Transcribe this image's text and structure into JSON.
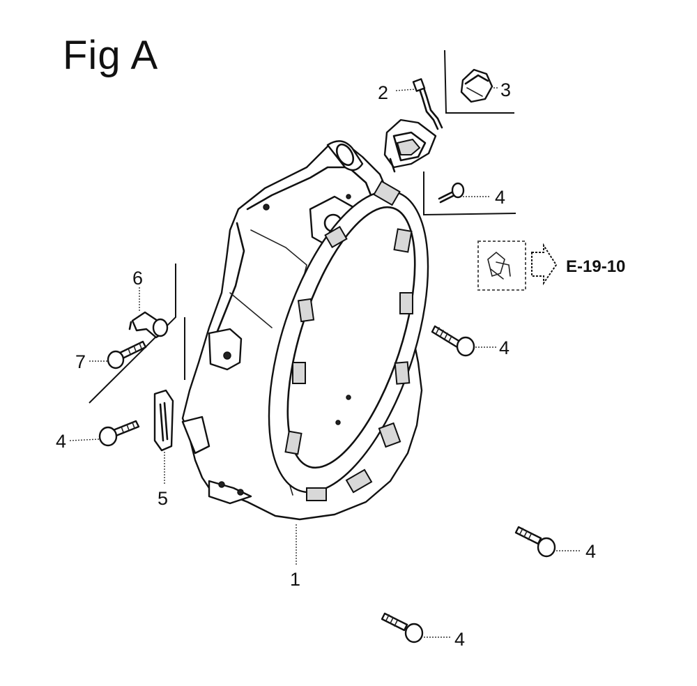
{
  "figure": {
    "title": "Fig A"
  },
  "callouts": {
    "c1": "1",
    "c2": "2",
    "c3": "3",
    "c4a": "4",
    "c4b": "4",
    "c4c": "4",
    "c4d": "4",
    "c4e": "4",
    "c5": "5",
    "c6": "6",
    "c7": "7"
  },
  "reference": {
    "label": "E-19-10"
  },
  "colors": {
    "line": "#111111",
    "background": "#ffffff",
    "shade": "#d8d8d8"
  }
}
